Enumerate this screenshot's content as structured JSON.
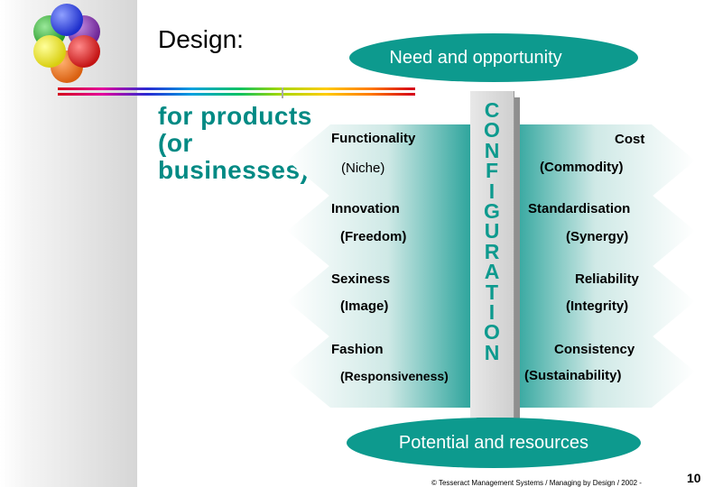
{
  "title": "Design:",
  "subtitle": [
    "for products",
    "(or",
    "businesses)"
  ],
  "top_banner": "Need and opportunity",
  "bottom_banner": "Potential and resources",
  "pillar_letters": [
    "C",
    "O",
    "N",
    "F",
    "I",
    "G",
    "U",
    "R",
    "A",
    "T",
    "I",
    "O",
    "N"
  ],
  "left_pairs": [
    {
      "name": "Functionality",
      "sub": "(Niche)"
    },
    {
      "name": "Innovation",
      "sub": "(Freedom)"
    },
    {
      "name": "Sexiness",
      "sub": "(Image)"
    },
    {
      "name": "Fashion",
      "sub": "(Responsiveness)"
    }
  ],
  "right_pairs": [
    {
      "name": "Cost",
      "sub": "(Commodity)"
    },
    {
      "name": "Standardisation",
      "sub": "(Synergy)"
    },
    {
      "name": "Reliability",
      "sub": "(Integrity)"
    },
    {
      "name": "Consistency",
      "sub": "(Sustainability)"
    }
  ],
  "footer": "© Tesseract Management Systems / Managing by Design / 2002 -",
  "page_number": "10",
  "colors": {
    "teal": "#0d9a8e",
    "subtitle_teal": "#008a84",
    "arrow_dark": "#2fa59d",
    "logo_balls": [
      "#1e2fcc",
      "#7a2fa6",
      "#d41b1b",
      "#e36d16",
      "#e8df18",
      "#35a836"
    ]
  }
}
